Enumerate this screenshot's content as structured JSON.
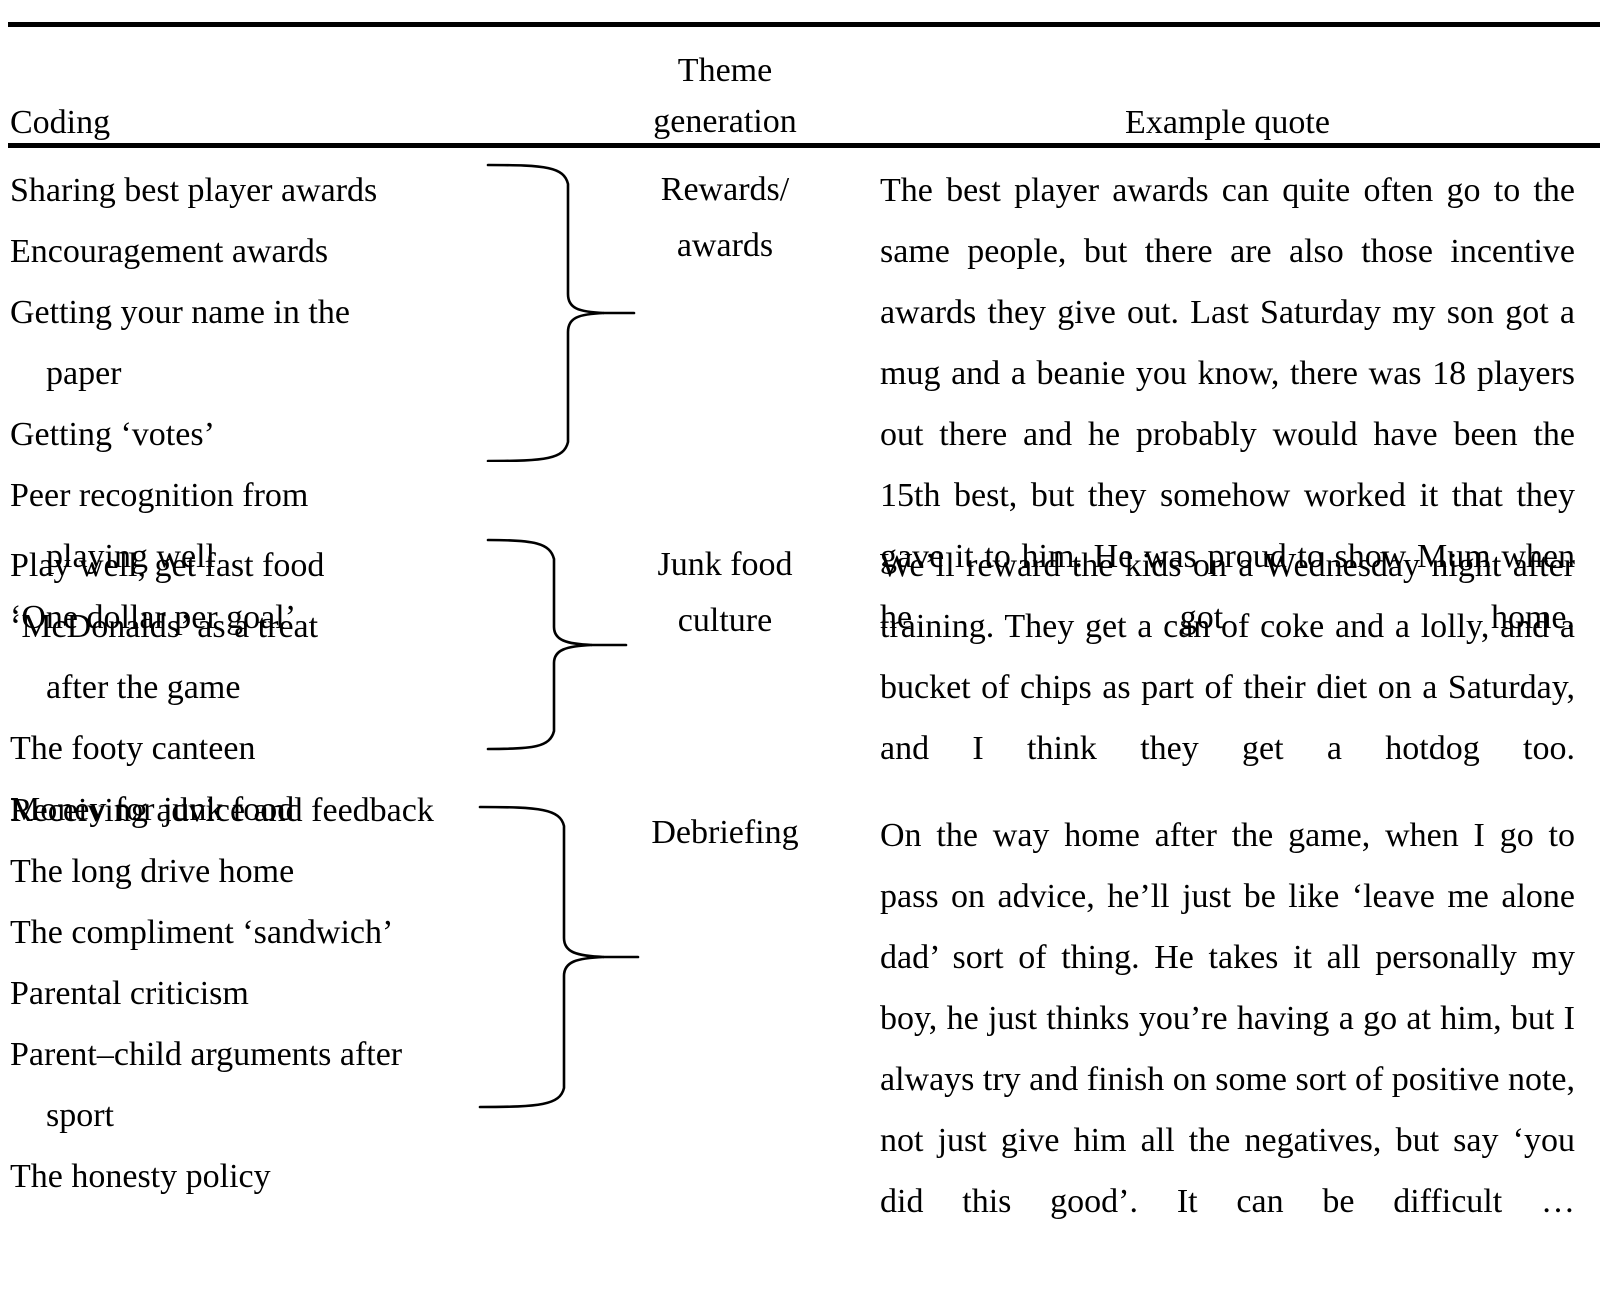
{
  "table": {
    "headers": {
      "coding": "Coding",
      "theme_line1": "Theme",
      "theme_line2": "generation",
      "quote": "Example quote"
    },
    "rows": [
      {
        "theme": "Rewards/ awards",
        "theme_line1": "Rewards/",
        "theme_line2": "awards",
        "codes": [
          {
            "text": "Sharing best player awards",
            "continuation": ""
          },
          {
            "text": "Encouragement awards",
            "continuation": ""
          },
          {
            "text": "Getting your name in the",
            "continuation": "paper"
          },
          {
            "text": "Getting ‘votes’",
            "continuation": ""
          },
          {
            "text": "Peer recognition from",
            "continuation": "playing well"
          },
          {
            "text": "‘One dollar per goal’",
            "continuation": ""
          }
        ],
        "quote": "The best player awards can quite often go to the same people, but there are also those incentive awards they give out. Last Saturday my son got a mug and a beanie you know, there was 18 players out there and he probably would have been the 15th best, but they somehow worked it that they gave it to him. He was proud to show Mum when he got home."
      },
      {
        "theme": "Junk food culture",
        "theme_line1": "Junk food",
        "theme_line2": "culture",
        "codes": [
          {
            "text": "Play well, get fast food",
            "continuation": ""
          },
          {
            "text": "‘McDonalds’ as a treat",
            "continuation": "after the game"
          },
          {
            "text": "The footy canteen",
            "continuation": ""
          },
          {
            "text": "Money for junk food",
            "continuation": ""
          }
        ],
        "quote": "We’ll reward the kids on a Wednesday night after training. They get a can of coke and a lolly, and a bucket of chips as part of their diet on a Saturday, and I think they get a hotdog too."
      },
      {
        "theme": "Debriefing",
        "theme_line1": "Debriefing",
        "theme_line2": "",
        "codes": [
          {
            "text": "Receiving advice and feedback",
            "continuation": ""
          },
          {
            "text": "The long drive home",
            "continuation": ""
          },
          {
            "text": "The compliment ‘sandwich’",
            "continuation": ""
          },
          {
            "text": "Parental criticism",
            "continuation": ""
          },
          {
            "text": "Parent–child arguments after",
            "continuation": "sport"
          },
          {
            "text": "The honesty policy",
            "continuation": ""
          }
        ],
        "quote": "On the way home after the game, when I go to pass on advice, he’ll just be like ‘leave me alone dad’ sort of thing. He takes it all personally my boy, he just thinks you’re having a go at him, but I always try and finish on some sort of positive note, not just give him all the negatives, but say ‘you did this good’. It can be difficult …"
      }
    ]
  },
  "style": {
    "rule_color": "#000000",
    "text_color": "#000000",
    "background": "#ffffff"
  }
}
